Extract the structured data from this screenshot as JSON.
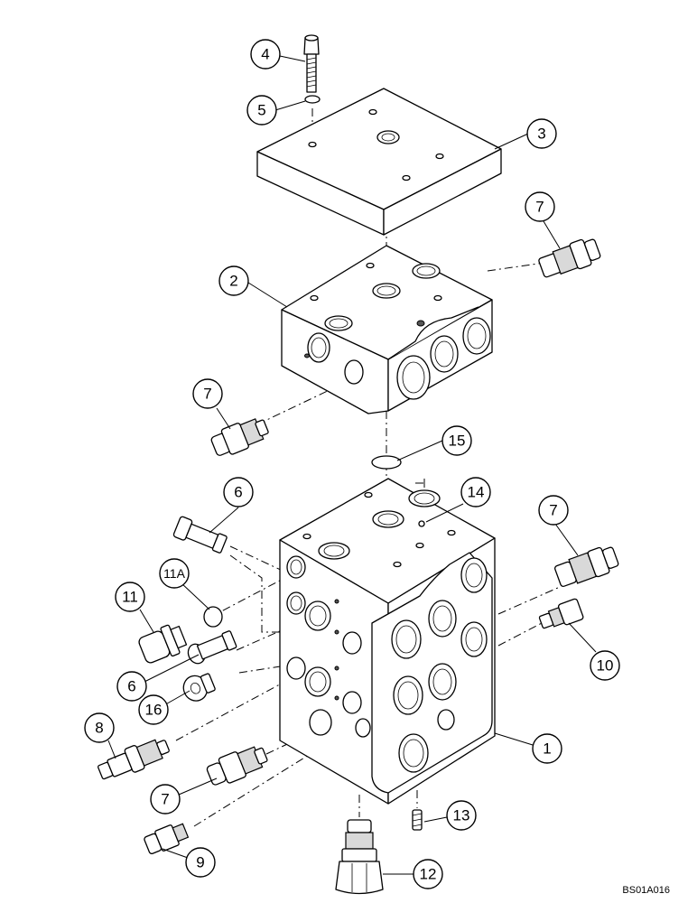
{
  "diagram": {
    "callouts": [
      {
        "id": "c4",
        "label": "4"
      },
      {
        "id": "c5",
        "label": "5"
      },
      {
        "id": "c3",
        "label": "3"
      },
      {
        "id": "c7a",
        "label": "7"
      },
      {
        "id": "c2",
        "label": "2"
      },
      {
        "id": "c7b",
        "label": "7"
      },
      {
        "id": "c15",
        "label": "15"
      },
      {
        "id": "c6a",
        "label": "6"
      },
      {
        "id": "c14",
        "label": "14"
      },
      {
        "id": "c7c",
        "label": "7"
      },
      {
        "id": "c11a",
        "label": "11A"
      },
      {
        "id": "c11",
        "label": "11"
      },
      {
        "id": "c10",
        "label": "10"
      },
      {
        "id": "c6b",
        "label": "6"
      },
      {
        "id": "c16",
        "label": "16"
      },
      {
        "id": "c8",
        "label": "8"
      },
      {
        "id": "c1",
        "label": "1"
      },
      {
        "id": "c7d",
        "label": "7"
      },
      {
        "id": "c13",
        "label": "13"
      },
      {
        "id": "c9",
        "label": "9"
      },
      {
        "id": "c12",
        "label": "12"
      }
    ],
    "drawing_code": "BS01A016"
  }
}
